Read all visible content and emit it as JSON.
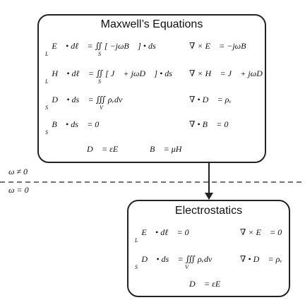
{
  "maxwell": {
    "title": "Maxwell’s Equations",
    "integral": [
      {
        "text": "∮ E⃗ • dℓ⃗ = ∬ [ −jωB⃗ ] • ds⃗",
        "limits": [
          "L",
          "S"
        ]
      },
      {
        "text": "∮ H⃗ • dℓ⃗ = ∬ [ J⃗ + jωD⃗ ] • ds⃗",
        "limits": [
          "L",
          "S"
        ]
      },
      {
        "text": "∯ D⃗ • ds⃗ = ∭ ρᵥdv",
        "limits": [
          "S",
          "V"
        ]
      },
      {
        "text": "∯ B⃗ • ds⃗ = 0",
        "limits": [
          "S"
        ]
      }
    ],
    "differential": [
      "∇ × E⃗ = −jωB⃗",
      "∇ × H⃗ = J⃗ + jωD⃗",
      "∇ • D⃗ = ρᵥ",
      "∇ • B⃗ = 0"
    ],
    "constitutive": [
      "D⃗ = εE⃗",
      "B⃗ = μH⃗"
    ]
  },
  "boundary": {
    "above": "ω ≠ 0",
    "below": "ω = 0"
  },
  "electrostatics": {
    "title": "Electrostatics",
    "integral": [
      {
        "text": "∮ E⃗ • dℓ⃗ = 0",
        "limits": [
          "L"
        ]
      },
      {
        "text": "∯ D⃗ • ds⃗ = ∭ ρᵥdv",
        "limits": [
          "S",
          "V"
        ]
      }
    ],
    "differential": [
      "∇ × E⃗ = 0",
      "∇ • D⃗ = ρᵥ"
    ],
    "constitutive": "D⃗ = εE⃗"
  }
}
